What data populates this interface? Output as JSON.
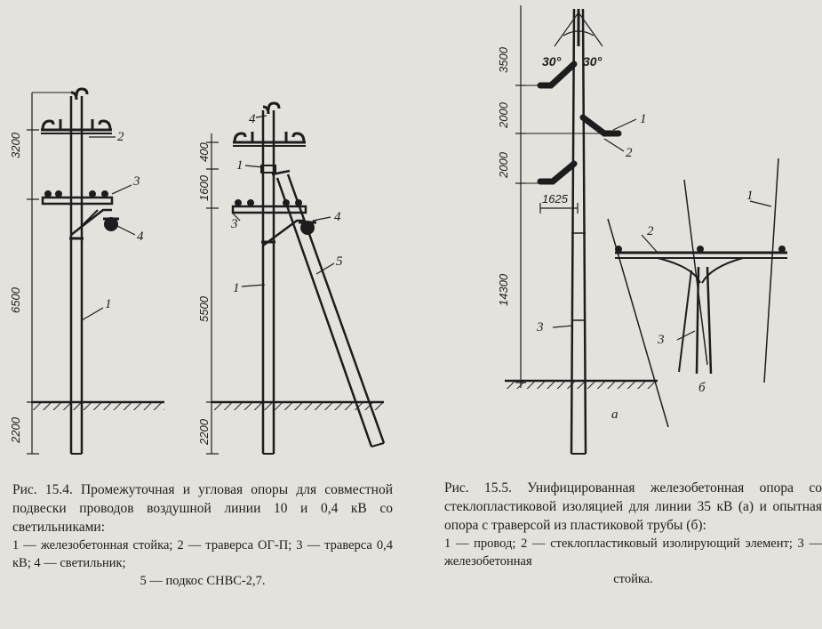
{
  "figures": {
    "fig15_4": {
      "dims": {
        "a_3200": "3200",
        "a_6500": "6500",
        "a_2200": "2200",
        "b_400": "400",
        "b_1600": "1600",
        "b_5500": "5500",
        "b_2200": "2200"
      },
      "labels": {
        "a_1": "1",
        "a_2": "2",
        "a_3": "3",
        "a_4": "4",
        "b_1a": "1",
        "b_1b": "1",
        "b_3": "3",
        "b_4a": "4",
        "b_4b": "4",
        "b_5": "5"
      }
    },
    "fig15_5": {
      "dims": {
        "d_3500": "3500",
        "d_2000a": "2000",
        "d_2000b": "2000",
        "d_1625": "1625",
        "d_14300": "14300"
      },
      "angles": {
        "left": "30°",
        "right": "30°"
      },
      "labels": {
        "c_1": "1",
        "c_2": "2",
        "c_3": "3",
        "e_1": "1",
        "e_2": "2",
        "e_3": "3",
        "sub_a": "а",
        "sub_b": "б"
      }
    }
  },
  "captions": {
    "fig15_4": {
      "title": "Рис. 15.4. Промежуточная и угловая опоры для совместной подвески проводов воздушной линии 10 и 0,4 кВ со светильниками:",
      "legend_line1": "1 — железобетонная стойка; 2 — траверса ОГ-П; 3 — траверса 0,4 кВ; 4 — светильник;",
      "legend_line2": "5 — подкос СНВС-2,7."
    },
    "fig15_5": {
      "title": "Рис. 15.5. Унифицированная железобетонная опора со стеклопластиковой изоляцией для линии 35 кВ (а) и опытная опора с траверсой из пластиковой трубы (б):",
      "legend_line1": "1 — провод; 2 — стеклопластиковый изолирующий элемент; 3 — железобетонная",
      "legend_line2": "стойка."
    }
  }
}
